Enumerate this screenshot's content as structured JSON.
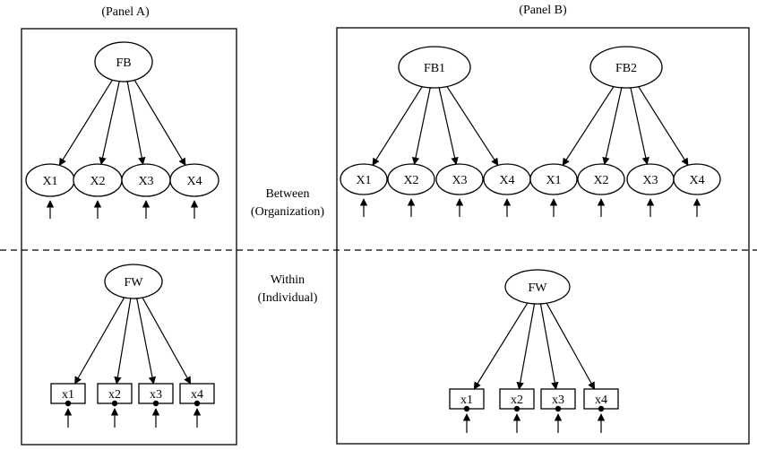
{
  "panels": {
    "a_title": "(Panel A)",
    "b_title": "(Panel B)"
  },
  "levels": {
    "between_line1": "Between",
    "between_line2": "(Organization)",
    "within_line1": "Within",
    "within_line2": "(Individual)"
  },
  "panel_a": {
    "between_factor": "FB",
    "between_indicators": [
      "X1",
      "X2",
      "X3",
      "X4"
    ],
    "within_factor": "FW",
    "within_indicators": [
      "x1",
      "x2",
      "x3",
      "x4"
    ]
  },
  "panel_b": {
    "between_factors": [
      "FB1",
      "FB2"
    ],
    "between_indicators": [
      [
        "X1",
        "X2",
        "X3",
        "X4"
      ],
      [
        "X1",
        "X2",
        "X3",
        "X4"
      ]
    ],
    "within_factor": "FW",
    "within_indicators": [
      "x1",
      "x2",
      "x3",
      "x4"
    ]
  }
}
